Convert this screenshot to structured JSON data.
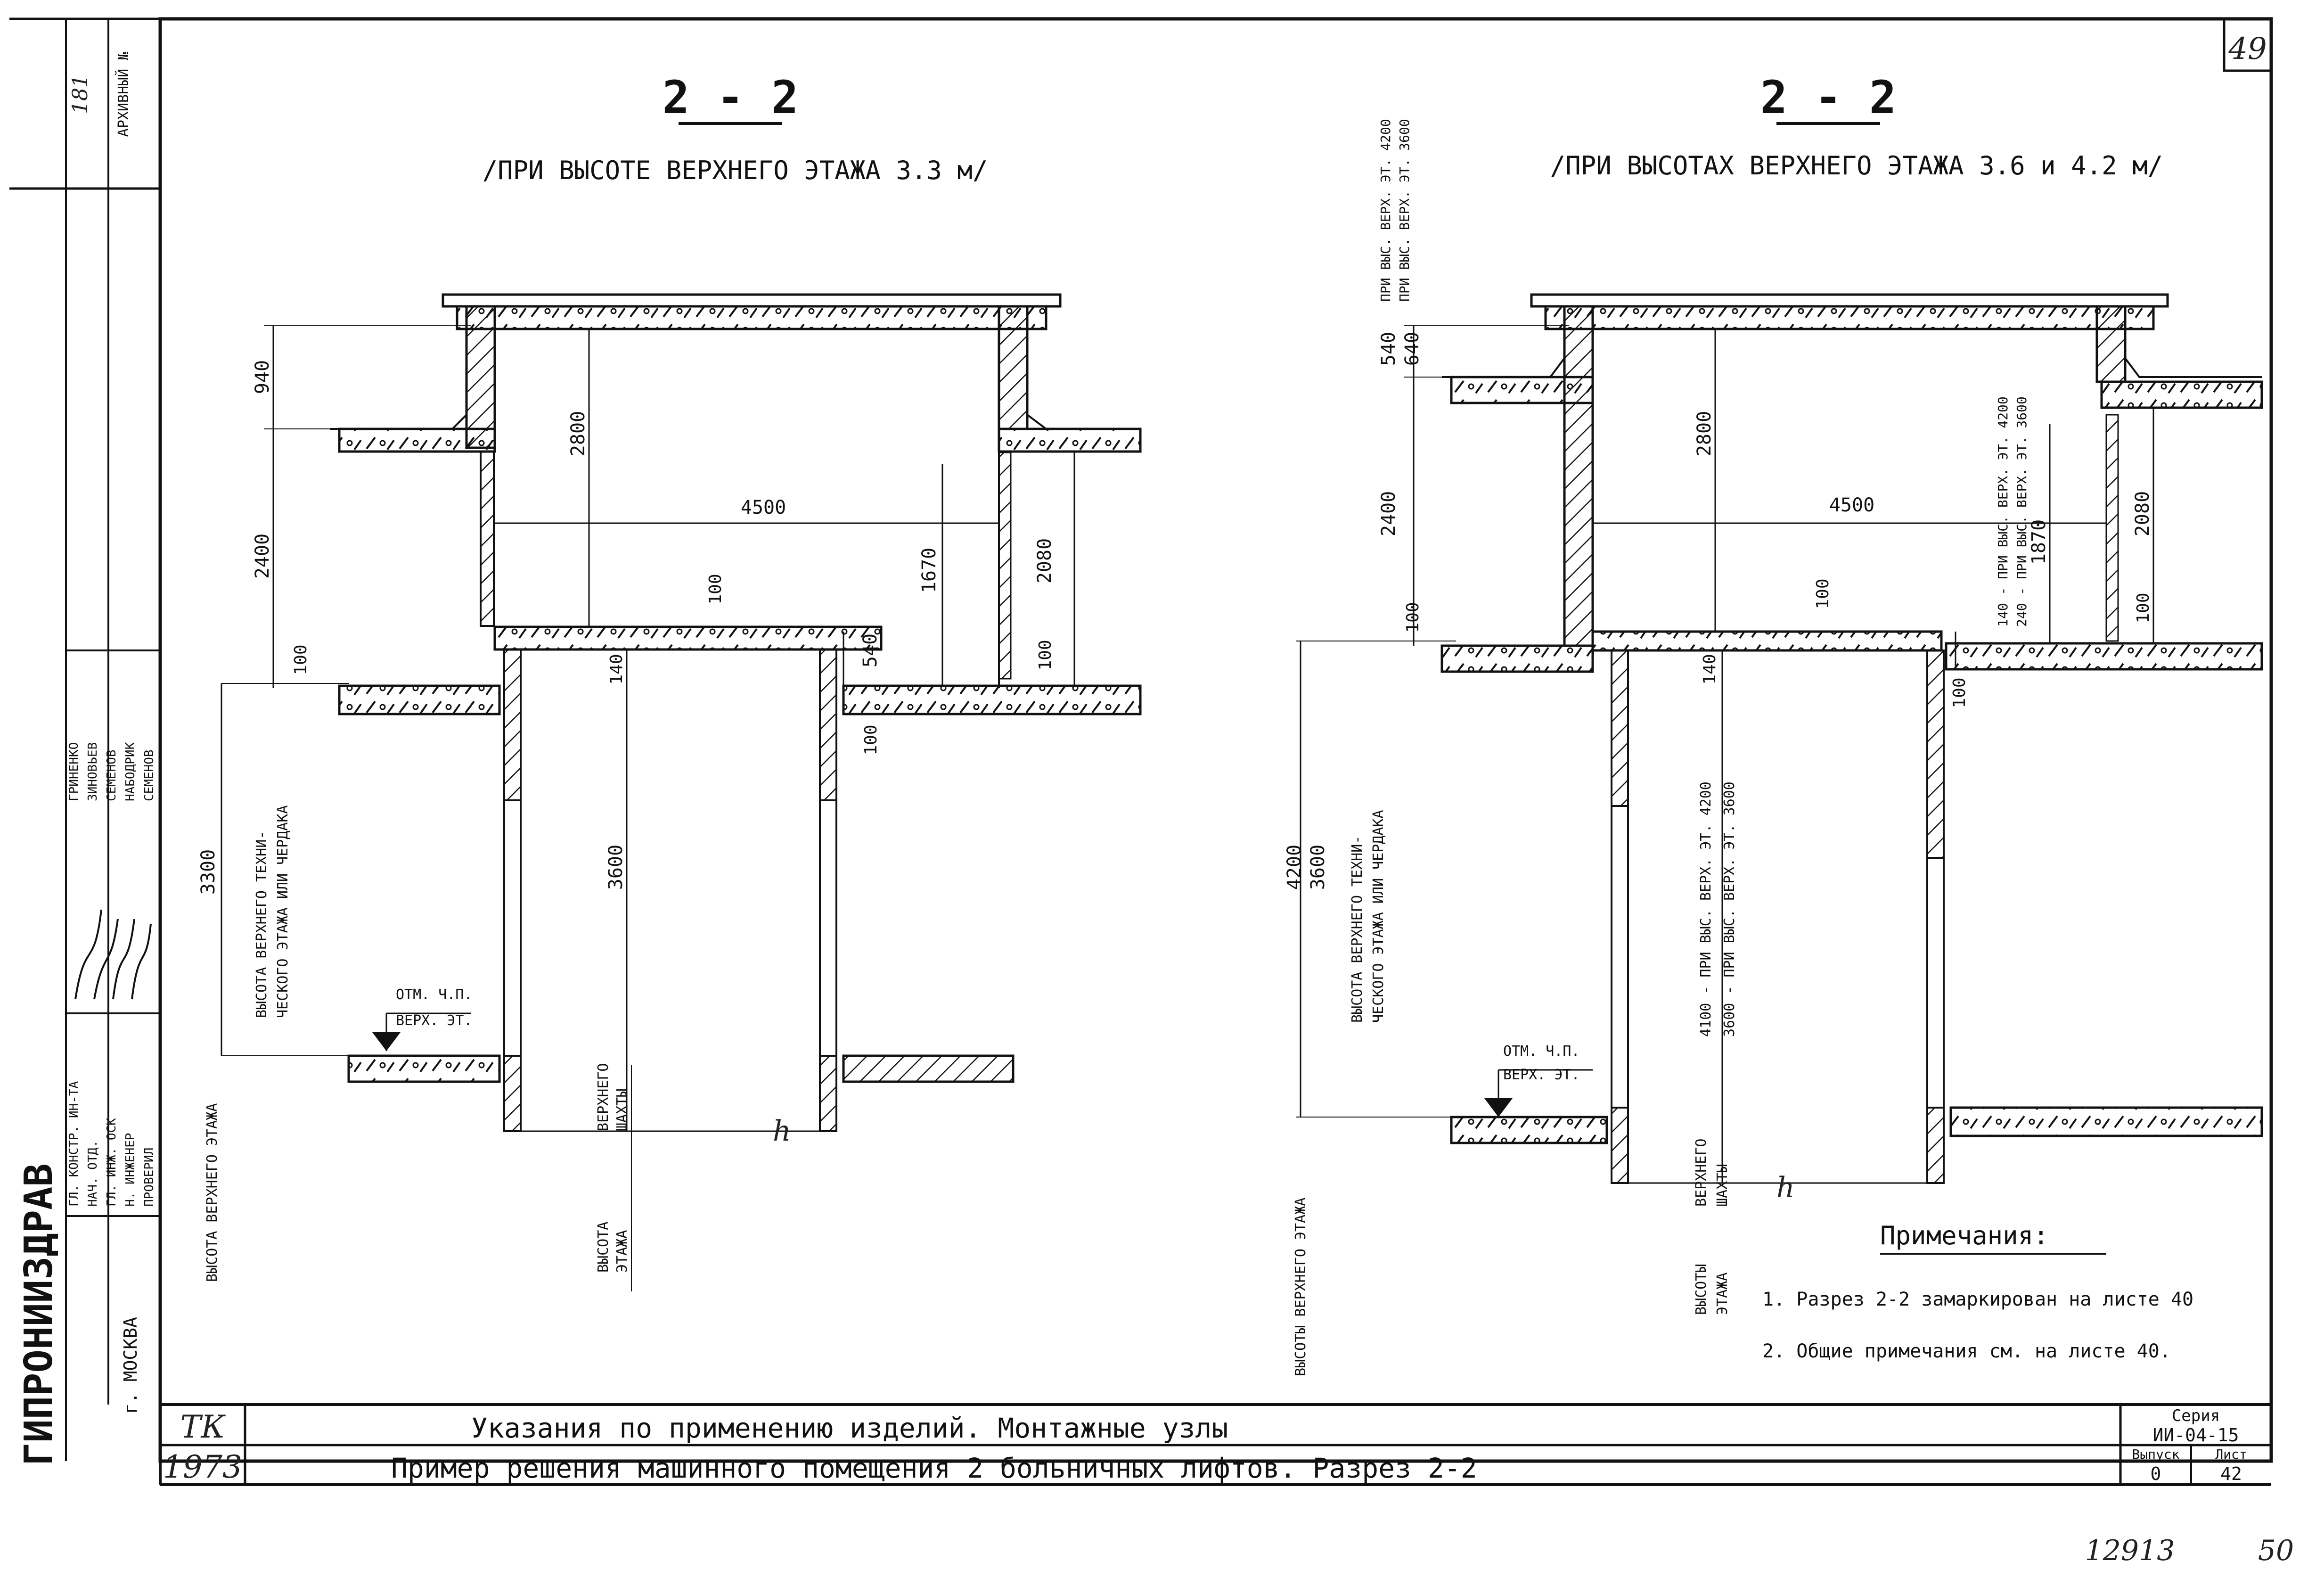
{
  "sheet_number_corner": "49",
  "left_section": {
    "title": "2 - 2",
    "subtitle": "/ПРИ ВЫСОТЕ ВЕРХНЕГО ЭТАЖА 3.3 м/",
    "dims": {
      "d940": "940",
      "d2400": "2400",
      "d100": "100",
      "d3300": "3300",
      "d2800": "2800",
      "d4500": "4500",
      "d100b": "100",
      "d1670": "1670",
      "d2080": "2080",
      "d100c": "100",
      "d540": "540",
      "d140": "140",
      "d100d": "100",
      "d3600": "3600"
    },
    "vertical_label_1": "ВЫСОТА ВЕРХНЕГО ТЕХНИ-",
    "vertical_label_2": "ЧЕСКОГО ЭТАЖА ИЛИ ЧЕРДАКА",
    "vertical_label_3": "ВЫСОТА ВЕРХНЕГО ЭТАЖА",
    "mark_1": "ОТМ. Ч.П.",
    "mark_2": "ВЕРХ. ЭТ.",
    "shaft_1": "ВЫСОТА",
    "shaft_2": "ЭТАЖА",
    "shaft_3": "ВЕРХНЕГО",
    "shaft_4": "ШАХТЫ",
    "break_mark": "h"
  },
  "right_section": {
    "title": "2 - 2",
    "subtitle": "/ПРИ ВЫСОТАХ ВЕРХНЕГО ЭТАЖА 3.6 и 4.2 м/",
    "dims": {
      "d540": "540",
      "d640": "640",
      "d2400": "2400",
      "d100": "100",
      "d4200": "4200",
      "d3600": "3600",
      "d2800": "2800",
      "d4500": "4500",
      "d100b": "100",
      "d140": "140",
      "d2080": "2080",
      "d100c": "100",
      "d1870": "1870",
      "d100d": "100"
    },
    "top_note_1": "ПРИ ВЫС. ВЕРХ. ЭТ. 4200",
    "top_note_2": "ПРИ ВЫС. ВЕРХ. ЭТ. 3600",
    "mid_note_1": "140 - ПРИ ВЫС. ВЕРХ. ЭТ. 4200",
    "mid_note_2": "240 - ПРИ ВЫС. ВЕРХ. ЭТ. 3600",
    "shaft_note_1": "4100 - ПРИ ВЫС. ВЕРХ. ЭТ. 4200",
    "shaft_note_2": "3600 - ПРИ ВЫС. ВЕРХ. ЭТ. 3600",
    "vertical_label_1": "ВЫСОТА ВЕРХНЕГО ТЕХНИ-",
    "vertical_label_2": "ЧЕСКОГО ЭТАЖА ИЛИ ЧЕРДАКА",
    "vertical_label_3": "ВЫСОТЫ ВЕРХНЕГО ЭТАЖА",
    "mark_1": "ОТМ. Ч.П.",
    "mark_2": "ВЕРХ. ЭТ.",
    "shaft_1": "ВЫСОТЫ",
    "shaft_2": "ЭТАЖА",
    "shaft_3": "ВЕРХНЕГО",
    "shaft_4": "ШАХТЫ",
    "break_mark": "h"
  },
  "notes": {
    "heading": "Примечания:",
    "items": [
      "1. Разрез 2-2 замаркирован на листе 40",
      "2. Общие примечания см. на листе 40."
    ]
  },
  "side_stamp": {
    "org": "ГИПРОНИИЗДРАВ",
    "city": "г. МОСКВА",
    "archive": [
      "181",
      "АРХИВНЫЙ №"
    ],
    "roles": [
      "ГЛ. КОНСТР. ИН-ТА",
      "НАЧ. ОТД.",
      "ГЛ. ИНЖ. ОСК",
      "Н. ИНЖЕНЕР",
      "ПРОВЕРИЛ"
    ],
    "names": [
      "ГРИНЕНКО",
      "ЗИНОВЬЕВ",
      "СЕМЕНОВ",
      "НАБОДРИК",
      "СЕМЕНОВ"
    ]
  },
  "title_block": {
    "code": "ТК",
    "year": "1973",
    "line1": "Указания по применению изделий. Монтажные узлы",
    "line2": "Пример решения машинного помещения 2 больничных лифтов. Разрез 2-2",
    "series_label": "Серия",
    "series_value": "ИИ-04-15",
    "issue_label": "Выпуск",
    "issue_value": "0",
    "sheet_label": "Лист",
    "sheet_value": "42"
  },
  "bottom_numbers": [
    "12913",
    "50"
  ]
}
